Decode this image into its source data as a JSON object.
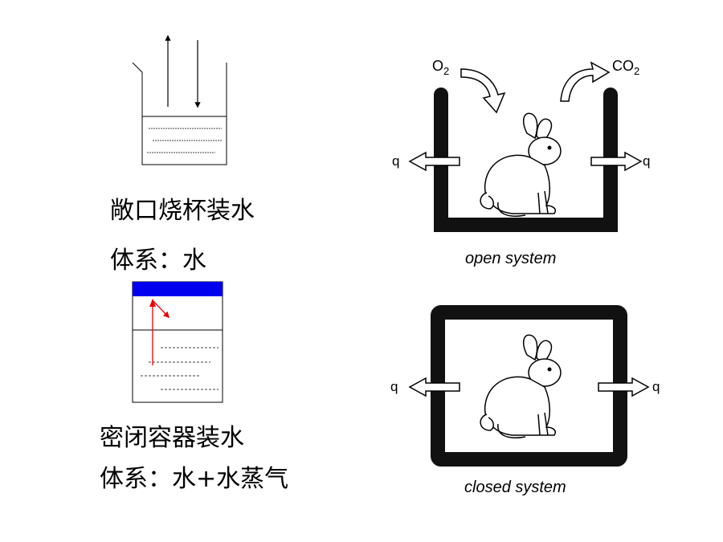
{
  "left": {
    "beaker_caption": "敞口烧杯装水",
    "beaker_system": "体系：水",
    "sealed_caption": "密闭容器装水",
    "sealed_system": "体系：水+水蒸气"
  },
  "right": {
    "open": {
      "o2_label": "O",
      "o2_sub": "2",
      "co2_label": "CO",
      "co2_sub": "2",
      "q_left": "q",
      "q_right": "q",
      "caption": "open system"
    },
    "closed": {
      "q_left": "q",
      "q_right": "q",
      "caption": "closed system"
    }
  },
  "colors": {
    "lid": "#0000ee",
    "vapor_arrow": "#ee0000",
    "wall": "#111111"
  },
  "icons": [
    "rabbit-icon",
    "beaker-icon",
    "sealed-container-icon"
  ]
}
